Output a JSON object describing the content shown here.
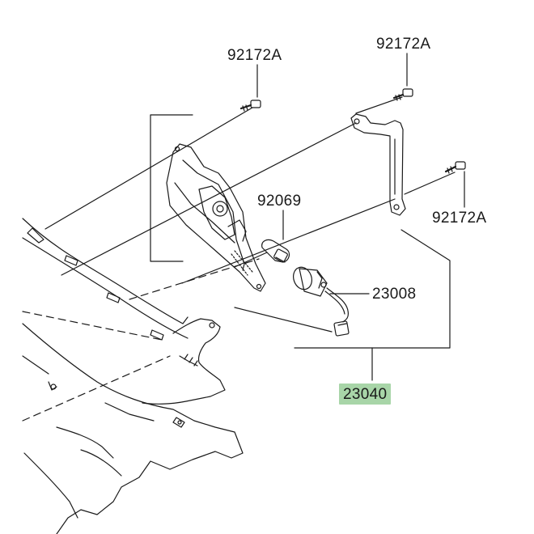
{
  "colors": {
    "line": "#1a1a1a",
    "highlight": "#a8d5a8",
    "background": "#ffffff"
  },
  "labels": [
    {
      "id": "bolt-top-left",
      "text": "92172A"
    },
    {
      "id": "bolt-top-right",
      "text": "92172A"
    },
    {
      "id": "bolt-right",
      "text": "92172A"
    },
    {
      "id": "bulb",
      "text": "92069"
    },
    {
      "id": "socket",
      "text": "23008"
    },
    {
      "id": "assembly",
      "text": "23040",
      "highlighted": true
    }
  ]
}
